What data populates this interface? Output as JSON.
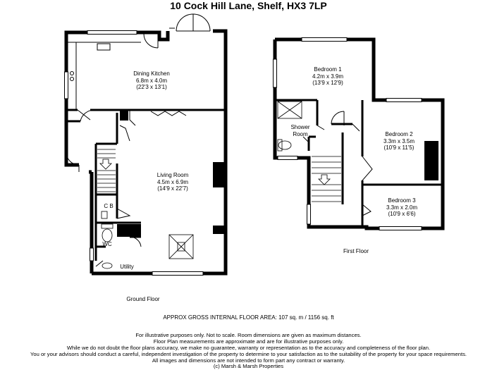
{
  "title": "10 Cock Hill Lane, Shelf, HX3 7LP",
  "ground_floor": {
    "label": "Ground Floor",
    "dining_kitchen": {
      "name": "Dining Kitchen",
      "metric": "6.8m x 4.0m",
      "imperial": "(22'3 x 13'1)"
    },
    "living_room": {
      "name": "Living Room",
      "metric": "4.5m x 6.9m",
      "imperial": "(14'9 x 22'7)"
    },
    "cb": "C B",
    "wc": "WC",
    "utility": "Utility"
  },
  "first_floor": {
    "label": "First Floor",
    "bedroom1": {
      "name": "Bedroom 1",
      "metric": "4.2m x 3.9m",
      "imperial": "(13'9 x 12'9)"
    },
    "bedroom2": {
      "name": "Bedroom 2",
      "metric": "3.3m x 3.5m",
      "imperial": "(10'9 x 11'5)"
    },
    "bedroom3": {
      "name": "Bedroom 3",
      "metric": "3.3m x 2.0m",
      "imperial": "(10'9 x 6'6)"
    },
    "shower_room_line1": "Shower",
    "shower_room_line2": "Room"
  },
  "gross_area": "APPROX GROSS INTERNAL FLOOR AREA:   107 sq. m  /  1156 sq. ft",
  "disclaimer": [
    "For illustrative purposes only.  Not to scale.  Room dimensions are given as maximum distances.",
    "Floor Plan measurements are approximate and are for illustrative purposes only.",
    "While we do not doubt the floor plans accuracy, we make no guarantee, warranty or representation as to the accuracy and completeness of the floor plan.",
    "You or your advisors should conduct a careful, independent investigation of the property to determine to your satisfaction as to the suitability of the property for your space requirements.",
    "All images and dimensions are not intended to form part any contract or warranty.",
    "(c) Marsh & Marsh Properties"
  ]
}
